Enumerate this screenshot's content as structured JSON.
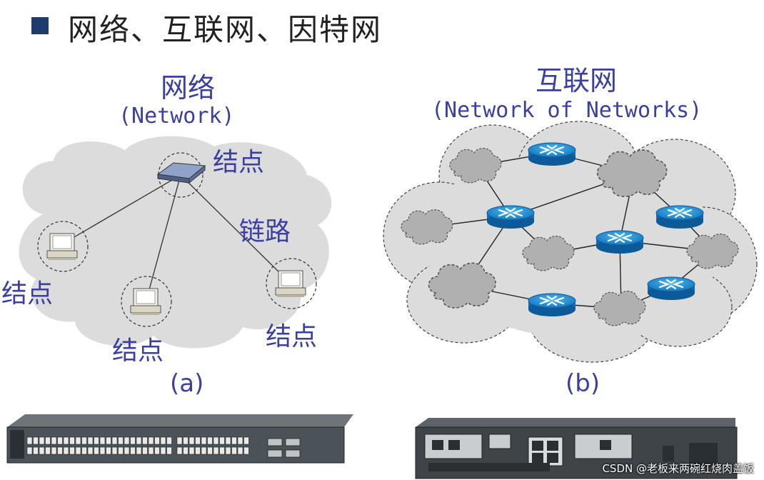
{
  "title": "网络、互联网、因特网",
  "panel_a": {
    "heading": "网络",
    "subheading": "(Network)",
    "node_labels": [
      "结点",
      "结点",
      "结点",
      "结点"
    ],
    "link_label": "链路",
    "caption": "(a)"
  },
  "panel_b": {
    "heading": "互联网",
    "subheading": "(Network of Networks)",
    "caption": "(b)"
  },
  "watermark": "CSDN @老板来两碗红烧肉盖饭",
  "colors": {
    "label_text": "#3a3fa0",
    "cloud_fill": "#dcdcdc",
    "router_blue": "#1f8fd6",
    "title_bullet": "#1f3b6e"
  }
}
